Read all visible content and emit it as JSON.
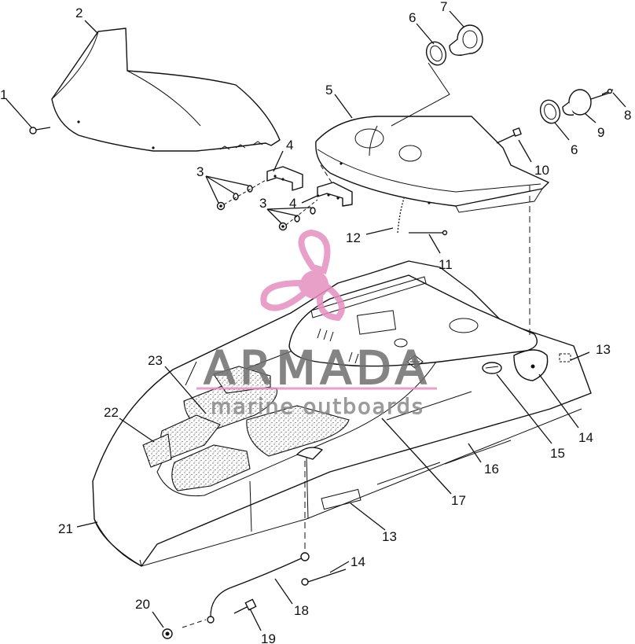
{
  "diagram": {
    "callouts": [
      {
        "id": "c1",
        "text": "1"
      },
      {
        "id": "c2",
        "text": "2"
      },
      {
        "id": "c3a",
        "text": "3"
      },
      {
        "id": "c3b",
        "text": "3"
      },
      {
        "id": "c4a",
        "text": "4"
      },
      {
        "id": "c4b",
        "text": "4"
      },
      {
        "id": "c5",
        "text": "5"
      },
      {
        "id": "c6a",
        "text": "6"
      },
      {
        "id": "c6b",
        "text": "6"
      },
      {
        "id": "c7",
        "text": "7"
      },
      {
        "id": "c8",
        "text": "8"
      },
      {
        "id": "c9",
        "text": "9"
      },
      {
        "id": "c10",
        "text": "10"
      },
      {
        "id": "c11",
        "text": "11"
      },
      {
        "id": "c12",
        "text": "12"
      },
      {
        "id": "c13a",
        "text": "13"
      },
      {
        "id": "c13b",
        "text": "13"
      },
      {
        "id": "c14a",
        "text": "14"
      },
      {
        "id": "c14b",
        "text": "14"
      },
      {
        "id": "c15",
        "text": "15"
      },
      {
        "id": "c16",
        "text": "16"
      },
      {
        "id": "c17",
        "text": "17"
      },
      {
        "id": "c18",
        "text": "18"
      },
      {
        "id": "c19",
        "text": "19"
      },
      {
        "id": "c20",
        "text": "20"
      },
      {
        "id": "c21",
        "text": "21"
      },
      {
        "id": "c22",
        "text": "22"
      },
      {
        "id": "c23",
        "text": "23"
      }
    ]
  },
  "watermark": {
    "brand": "ARMADA",
    "tagline": "marine outboards",
    "logo_color": "#e58fbf",
    "text_color": "#6f6f6f"
  }
}
